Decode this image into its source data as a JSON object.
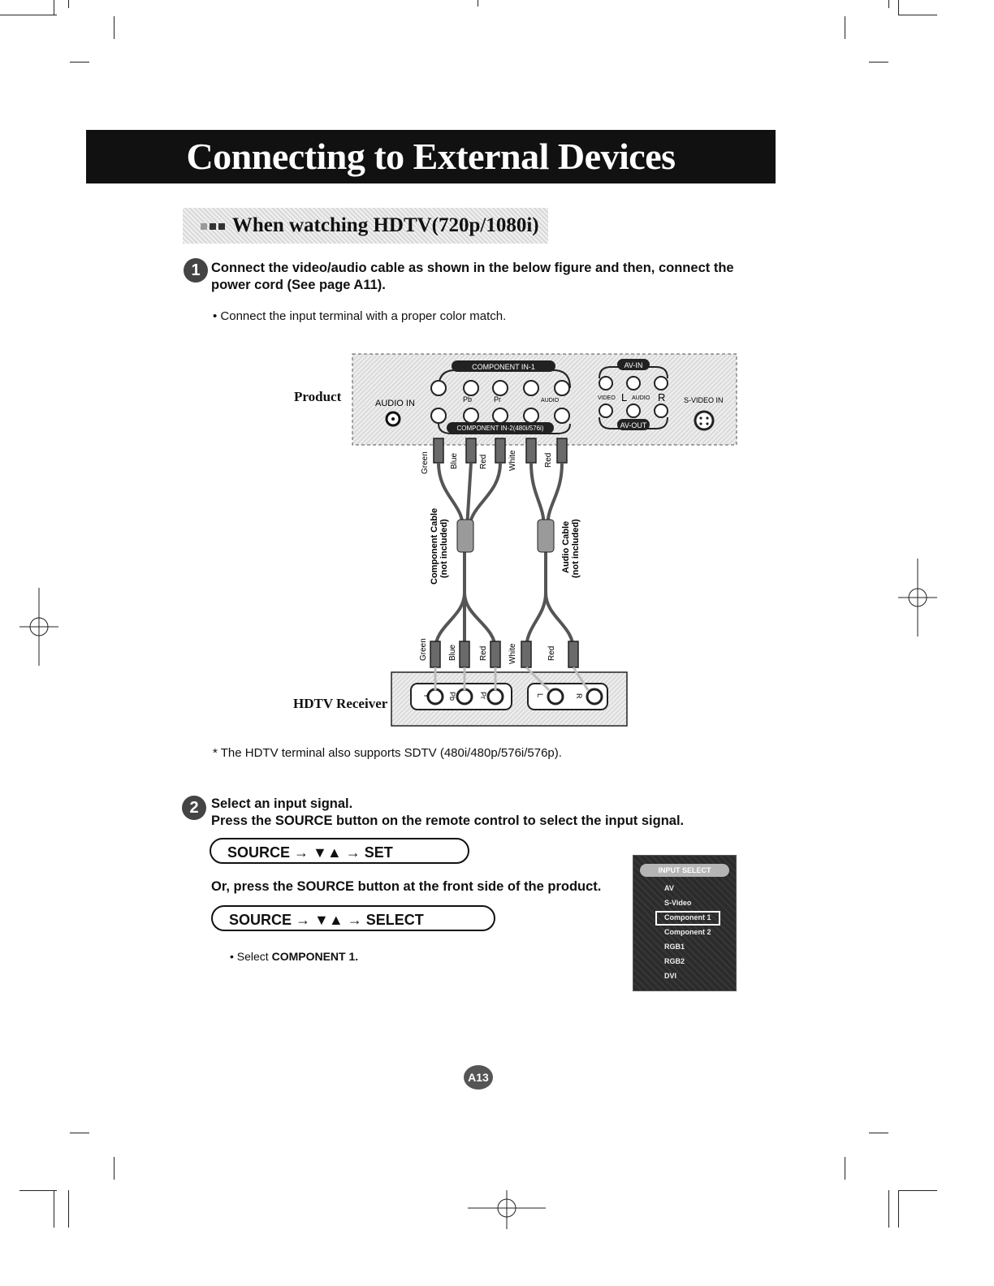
{
  "header": {
    "title": "Connecting to External Devices"
  },
  "section": {
    "title": "When watching HDTV(720p/1080i)"
  },
  "step1": {
    "number": "1",
    "text_line1": "Connect the video/audio cable as shown in the below figure and then, connect the",
    "text_line2": "power cord (See page A11).",
    "note": "• Connect the input terminal with a proper color match."
  },
  "diagram": {
    "product_label": "Product",
    "receiver_label": "HDTV Receiver",
    "audio_in": "AUDIO IN",
    "component_in1": "COMPONENT IN-1",
    "component_in2": "COMPONENT IN-2(480i/576i)",
    "pb": "Pb",
    "pr": "Pr",
    "audio": "AUDIO",
    "av_in": "AV-IN",
    "av_out": "AV-OUT",
    "video": "VIDEO",
    "l": "L",
    "audio_small": "AUDIO",
    "r": "R",
    "svideo_in": "S-VIDEO IN",
    "component_cable": "Component Cable",
    "component_cable_note": "(not included)",
    "audio_cable": "Audio Cable",
    "audio_cable_note": "(not included)",
    "wires_top": [
      "Green",
      "Blue",
      "Red",
      "White",
      "Red"
    ],
    "wires_bottom": [
      "Green",
      "Blue",
      "Red",
      "White",
      "Red"
    ],
    "rx_y": "Y",
    "rx_pb": "Pb",
    "rx_pr": "Pr",
    "rx_l": "L",
    "rx_r": "R"
  },
  "footnote": "* The HDTV terminal also supports SDTV (480i/480p/576i/576p).",
  "step2": {
    "number": "2",
    "line1": "Select an input signal.",
    "line2": "Press the SOURCE button on the remote control to select the input signal.",
    "seq1": {
      "source": "SOURCE",
      "arrow1": "→",
      "updown": "▼▲",
      "arrow2": "→",
      "end": "SET"
    },
    "or_text": "Or, press the SOURCE button at the front side of the product.",
    "seq2": {
      "source": "SOURCE",
      "arrow1": "→",
      "updown": "▼▲",
      "arrow2": "→",
      "end": "SELECT"
    },
    "select_prefix": "• Select ",
    "select_bold": "COMPONENT 1."
  },
  "osd": {
    "title": "INPUT SELECT",
    "items": [
      "AV",
      "S-Video",
      "Component 1",
      "Component 2",
      "RGB1",
      "RGB2",
      "DVI"
    ],
    "selected": "Component 1"
  },
  "page": {
    "number": "A13"
  }
}
